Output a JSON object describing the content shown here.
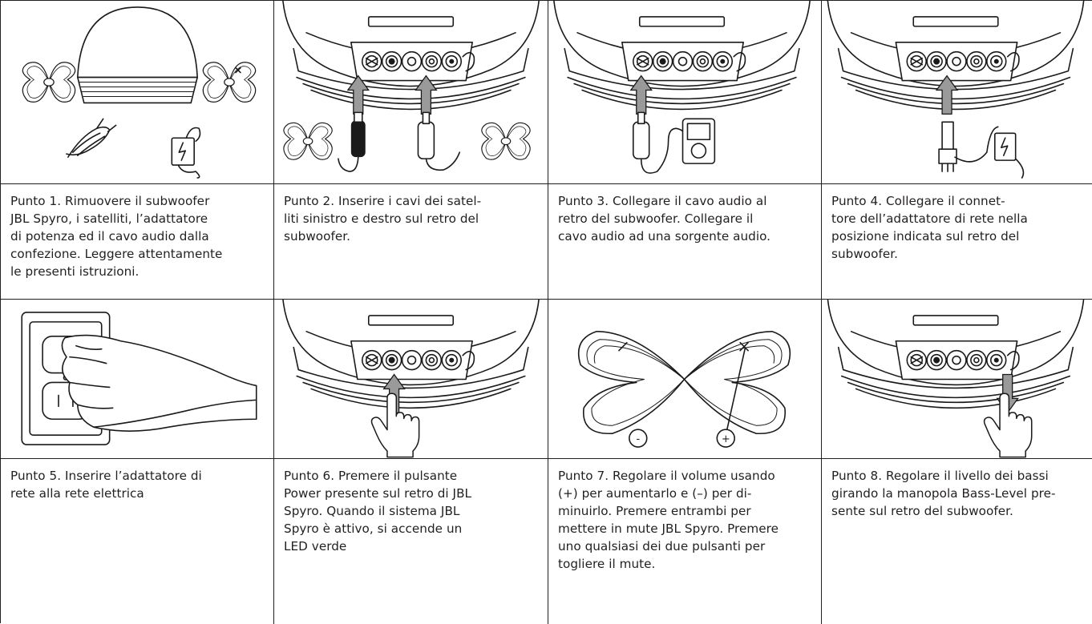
{
  "steps": [
    {
      "text": "Punto 1. Rimuovere il subwoofer\nJBL Spyro, i satelliti, l’adattatore\ndi potenza ed il cavo audio dalla\nconfezione. Leggere attentamente\nle presenti istruzioni."
    },
    {
      "text": "Punto 2. Inserire i cavi dei satel-\nliti sinistro e destro sul retro del\nsubwoofer."
    },
    {
      "text": "Punto 3. Collegare il cavo audio al\nretro del  subwoofer. Collegare il\ncavo audio ad una sorgente audio."
    },
    {
      "text": "Punto 4. Collegare il connet-\ntore dell’adattatore di rete nella\nposizione indicata sul retro del\nsubwoofer."
    },
    {
      "text": "Punto 5. Inserire l’adattatore di\nrete alla rete elettrica"
    },
    {
      "text": "Punto 6. Premere il pulsante\nPower presente sul retro di JBL\nSpyro. Quando il sistema JBL\nSpyro è attivo, si accende un\nLED verde"
    },
    {
      "text": "Punto 7. Regolare il volume usando\n(+) per aumentarlo e (–) per di-\nminuirlo. Premere entrambi per\nmettere in mute JBL Spyro. Premere\nuno qualsiasi dei due pulsanti per\ntogliere il mute."
    },
    {
      "text": "Punto 8. Regolare il livello dei bassi\ngirando la manopola Bass-Level pre-\nsente sul retro del subwoofer."
    }
  ],
  "volume_labels": {
    "minus": "-",
    "plus": "+"
  },
  "icons": [
    "subwoofer-icon",
    "satellite-speaker-icon",
    "audio-cable-icon",
    "power-adapter-icon",
    "arrow-up-icon",
    "pointing-hand-icon",
    "wall-outlet-icon",
    "media-player-icon"
  ],
  "colors": {
    "line": "#231f20",
    "arrow_fill": "#9a9a9a",
    "background": "#ffffff"
  }
}
